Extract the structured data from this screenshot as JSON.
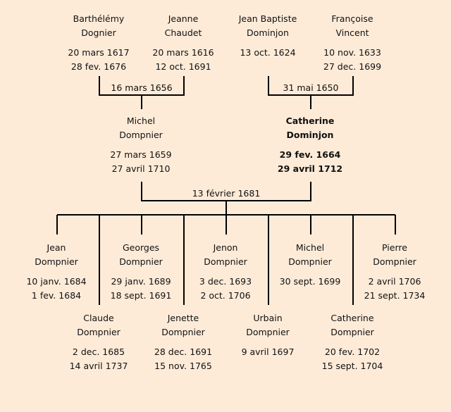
{
  "grandparents": [
    {
      "first": "Barthélémy",
      "last": "Dognier",
      "birth": "20 mars 1617",
      "death": "28 fev. 1676"
    },
    {
      "first": "Jeanne",
      "last": "Chaudet",
      "birth": "20 mars 1616",
      "death": "12 oct. 1691"
    },
    {
      "first": "Jean Baptiste",
      "last": "Dominjon",
      "birth": "13 oct. 1624",
      "death": ""
    },
    {
      "first": "Françoise",
      "last": "Vincent",
      "birth": "10 nov. 1633",
      "death": "27 dec. 1699"
    }
  ],
  "grandparent_marriages": [
    "16 mars 1656",
    "31 mai 1650"
  ],
  "parents": [
    {
      "first": "Michel",
      "last": "Dompnier",
      "birth": "27 mars 1659",
      "death": "27 avril 1710"
    },
    {
      "first": "Catherine",
      "last": "Dominjon",
      "birth": "29 fev. 1664",
      "death": "29 avril 1712"
    }
  ],
  "parent_marriage": "13 février 1681",
  "children": [
    {
      "first": "Jean",
      "last": "Dompnier",
      "birth": "10 janv. 1684",
      "death": "1 fev. 1684"
    },
    {
      "first": "Claude",
      "last": "Dompnier",
      "birth": "2 dec. 1685",
      "death": "14 avril 1737"
    },
    {
      "first": "Georges",
      "last": "Dompnier",
      "birth": "29 janv. 1689",
      "death": "18 sept. 1691"
    },
    {
      "first": "Jenette",
      "last": "Dompnier",
      "birth": "28 dec. 1691",
      "death": "15 nov. 1765"
    },
    {
      "first": "Jenon",
      "last": "Dompnier",
      "birth": "3 dec. 1693",
      "death": "2 oct. 1706"
    },
    {
      "first": "Urbain",
      "last": "Dompnier",
      "birth": "9 avril 1697",
      "death": ""
    },
    {
      "first": "Michel",
      "last": "Dompnier",
      "birth": "30 sept. 1699",
      "death": ""
    },
    {
      "first": "Catherine",
      "last": "Dompnier",
      "birth": "20 fev. 1702",
      "death": "15 sept. 1704"
    },
    {
      "first": "Pierre",
      "last": "Dompnier",
      "birth": "2 avril 1706",
      "death": "21 sept. 1734"
    }
  ]
}
